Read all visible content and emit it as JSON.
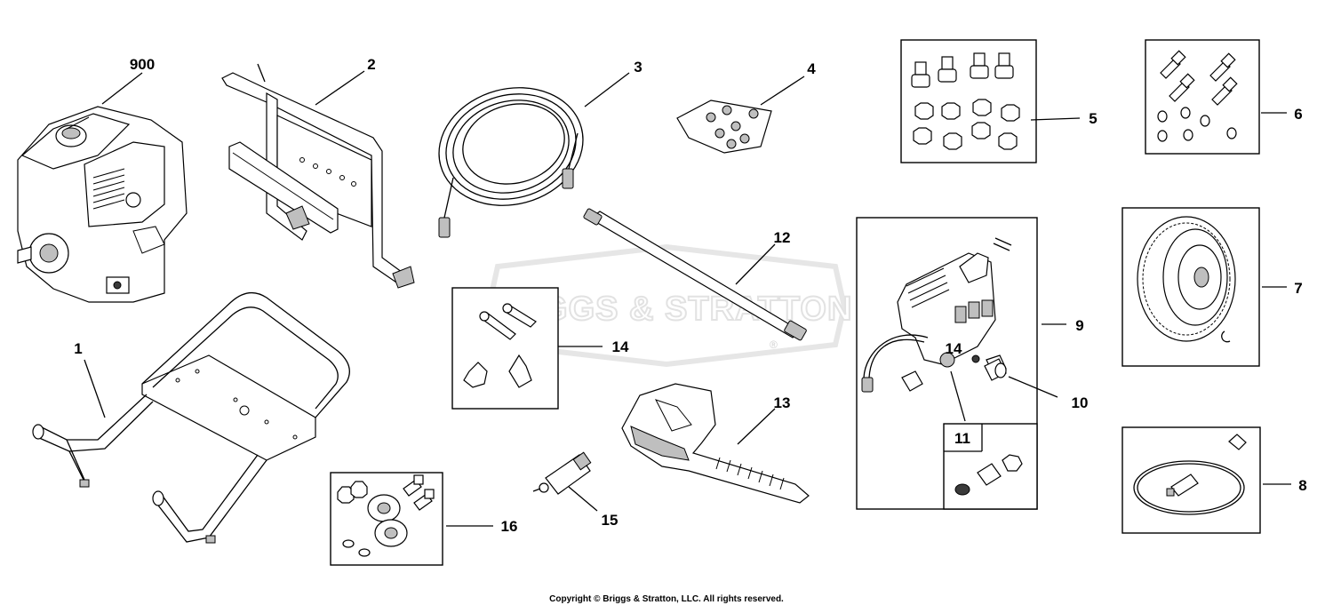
{
  "watermark": "BRIGGS & STRATTON",
  "watermark_mark": "®",
  "copyright": "Copyright © Briggs & Stratton, LLC. All rights reserved.",
  "callouts": {
    "engine": "900",
    "frame": "1",
    "handle": "2",
    "hose": "3",
    "hardware_bag": "4",
    "isolator_kit": "5",
    "bolt_kit": "6",
    "wheel": "7",
    "hose_clamp_kit": "8",
    "pump": "9",
    "fitting": "10",
    "seal_kit": "11",
    "lance": "12",
    "spray_gun": "13",
    "knob_kit": "14",
    "pump_14": "14",
    "nozzle": "15",
    "mount_kit": "16"
  }
}
